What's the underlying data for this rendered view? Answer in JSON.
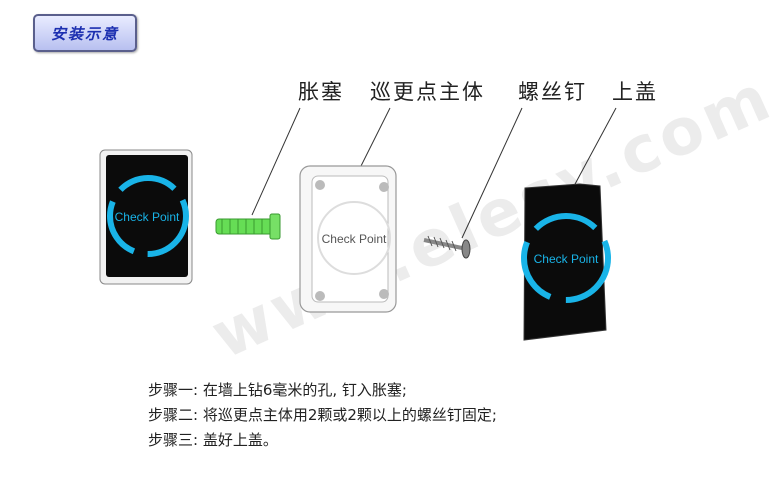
{
  "title": "安装示意",
  "labels": {
    "anchor": "胀塞",
    "body": "巡更点主体",
    "screw": "螺丝钉",
    "cover": "上盖"
  },
  "device_text": "Check Point",
  "watermark": "www.elesy.com",
  "steps": [
    "步骤一: 在墙上钻6毫米的孔, 钉入胀塞;",
    "步骤二: 将巡更点主体用2颗或2颗以上的螺丝钉固定;",
    "步骤三: 盖好上盖。"
  ],
  "colors": {
    "ring": "#19b4e8",
    "device_face": "#0b0b0b",
    "anchor": "#66dd55",
    "title_text": "#1c2fb0"
  }
}
